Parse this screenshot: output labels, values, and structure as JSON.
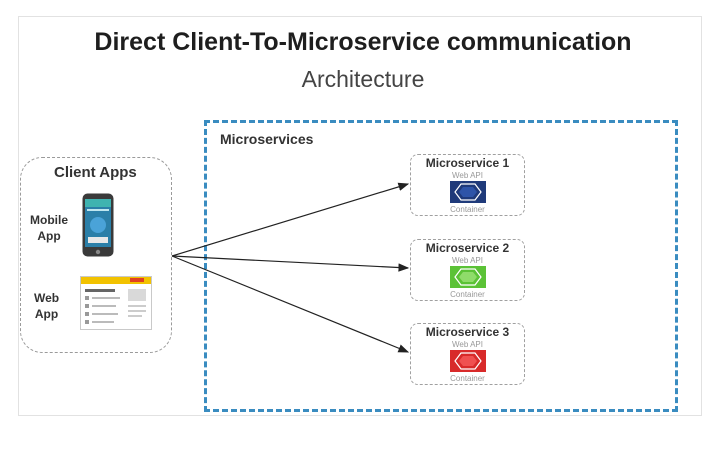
{
  "header": {
    "title": "Direct Client-To-Microservice communication",
    "subtitle": "Architecture"
  },
  "clients": {
    "title": "Client Apps",
    "apps": [
      {
        "label_line1": "Mobile",
        "label_line2": "App"
      },
      {
        "label_line1": "Web",
        "label_line2": "App"
      }
    ]
  },
  "microservices": {
    "title": "Microservices",
    "items": [
      {
        "name": "Microservice 1",
        "api": "Web API",
        "container": "Container",
        "color": "#1f3a7a"
      },
      {
        "name": "Microservice 2",
        "api": "Web API",
        "container": "Container",
        "color": "#5bc236"
      },
      {
        "name": "Microservice 3",
        "api": "Web API",
        "container": "Container",
        "color": "#d82a2a"
      }
    ]
  },
  "colors": {
    "region_border": "#3a8cc0",
    "arrow": "#222222"
  }
}
